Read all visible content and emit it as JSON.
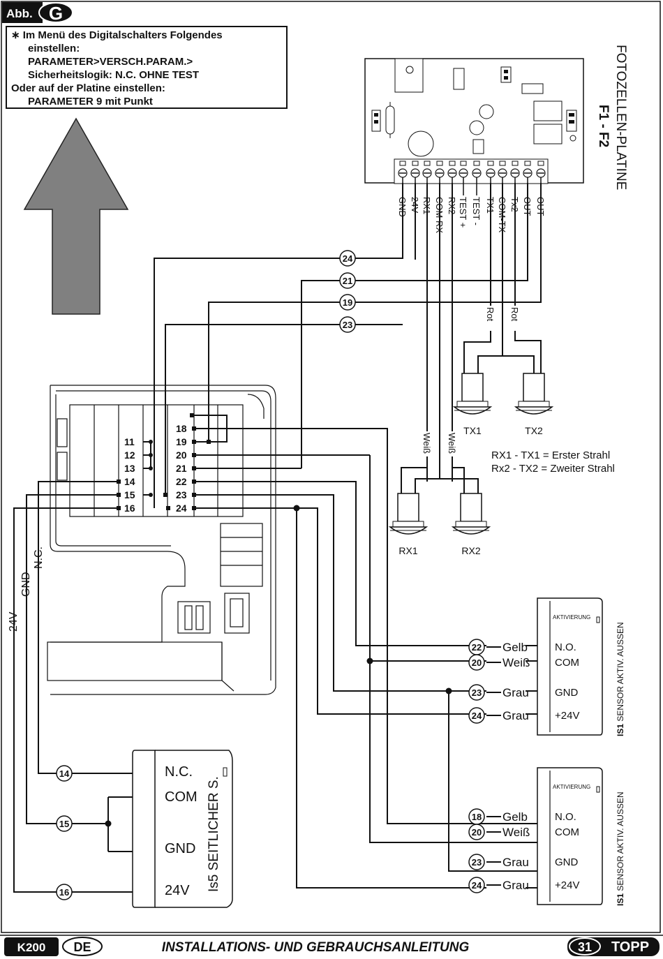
{
  "figure_tag": "Abb.",
  "figure_letter": "G",
  "note": {
    "line1": "∗ Im Menü des Digitalschalters Folgendes",
    "line2": "einstellen:",
    "line3": "PARAMETER>VERSCH.PARAM.>",
    "line4": "Sicherheitslogik:  N.C. OHNE TEST",
    "line5": "Oder auf der Platine einstellen:",
    "line6": "PARAMETER 9 mit Punkt"
  },
  "board": {
    "title": "FOTOZELLEN-PLATINE",
    "subtitle": "F1 - F2",
    "terminals": [
      "GND",
      "24V",
      "RX1",
      "COM RX",
      "RX2",
      "TEST +",
      "TEST -",
      "TX1",
      "COM-TX",
      "Tx2",
      "OUT",
      "OUT"
    ]
  },
  "wire_numbers": {
    "w24": "24",
    "w21": "21",
    "w19": "19",
    "w23": "23"
  },
  "colors": {
    "rot": "Rot",
    "weiss": "Weiß",
    "gelb": "Gelb",
    "grau": "Grau"
  },
  "photocells": {
    "tx1": "TX1",
    "tx2": "TX2",
    "rx1": "RX1",
    "rx2": "RX2",
    "legend1": "RX1 - TX1 = Erster Strahl",
    "legend2": "Rx2 - TX2 = Zweiter Strahl"
  },
  "controller_terminals_left": [
    "11",
    "12",
    "13",
    "14",
    "15",
    "16"
  ],
  "controller_terminals_right": [
    "18",
    "19",
    "20",
    "21",
    "22",
    "23",
    "24"
  ],
  "side_labels": {
    "v24": "24V",
    "gnd": "GND",
    "nc": "N.C."
  },
  "sensor1": {
    "activation": "AKTIVIERUNG",
    "caption_code": "IS1",
    "caption_text": " SENSOR AKTIV. AUSSEN",
    "rows": [
      {
        "num": "22",
        "color": "Gelb",
        "term": "N.O."
      },
      {
        "num": "20",
        "color": "Weiß",
        "term": "COM"
      },
      {
        "num": "23",
        "color": "Grau",
        "term": "GND"
      },
      {
        "num": "24",
        "color": "Grau",
        "term": "+24V"
      }
    ]
  },
  "sensor2": {
    "activation": "AKTIVIERUNG",
    "caption_code": "IS1",
    "caption_text": " SENSOR AKTIV. AUSSEN",
    "rows": [
      {
        "num": "18",
        "color": "Gelb",
        "term": "N.O."
      },
      {
        "num": "20",
        "color": "Weiß",
        "term": "COM"
      },
      {
        "num": "23",
        "color": "Grau",
        "term": "GND"
      },
      {
        "num": "24",
        "color": "Grau",
        "term": "+24V"
      }
    ]
  },
  "side_sensor": {
    "title": "Is5 SEITLICHER S.",
    "terms": [
      "N.C.",
      "COM",
      "GND",
      "24V"
    ],
    "wires": [
      "14",
      "15",
      "16"
    ]
  },
  "footer": {
    "model": "K200",
    "lang": "DE",
    "title": "INSTALLATIONS- UND GEBRAUCHSANLEITUNG",
    "page": "31",
    "brand": "TOPP"
  }
}
